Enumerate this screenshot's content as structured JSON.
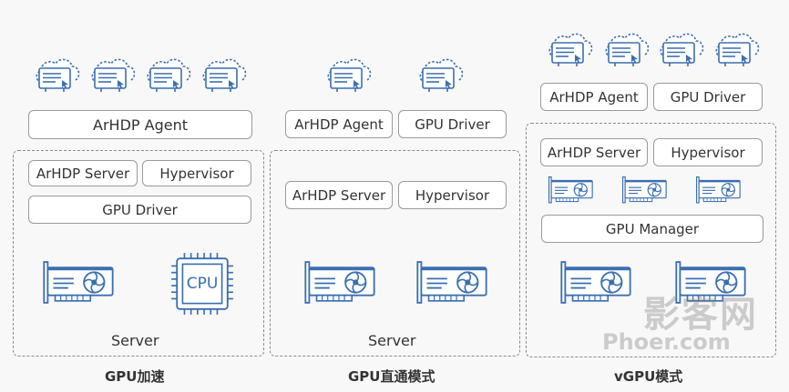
{
  "colors": {
    "icon_stroke": "#3a6fb0",
    "icon_fill": "#ffffff",
    "box_border": "#9a9a9a",
    "dash_border": "#8a8a8a"
  },
  "icons": {
    "vm": "cloud-desktop-icon",
    "gpu": "gpu-card-icon",
    "cpu": "cpu-chip-icon"
  },
  "modes": {
    "accel": {
      "agent": "ArHDP Agent",
      "server": "ArHDP Server",
      "hypervisor": "Hypervisor",
      "gpu_driver": "GPU Driver",
      "cpu": "CPU",
      "server_label": "Server",
      "caption": "GPU加速"
    },
    "passthrough": {
      "agent": "ArHDP Agent",
      "gpu_driver": "GPU Driver",
      "server": "ArHDP Server",
      "hypervisor": "Hypervisor",
      "server_label": "Server",
      "caption": "GPU直通模式"
    },
    "vgpu": {
      "agent": "ArHDP Agent",
      "gpu_driver": "GPU Driver",
      "server": "ArHDP Server",
      "hypervisor": "Hypervisor",
      "gpu_manager": "GPU Manager",
      "caption": "vGPU模式"
    }
  },
  "watermark": {
    "main": "影客网",
    "sub": "Phoer.com"
  }
}
